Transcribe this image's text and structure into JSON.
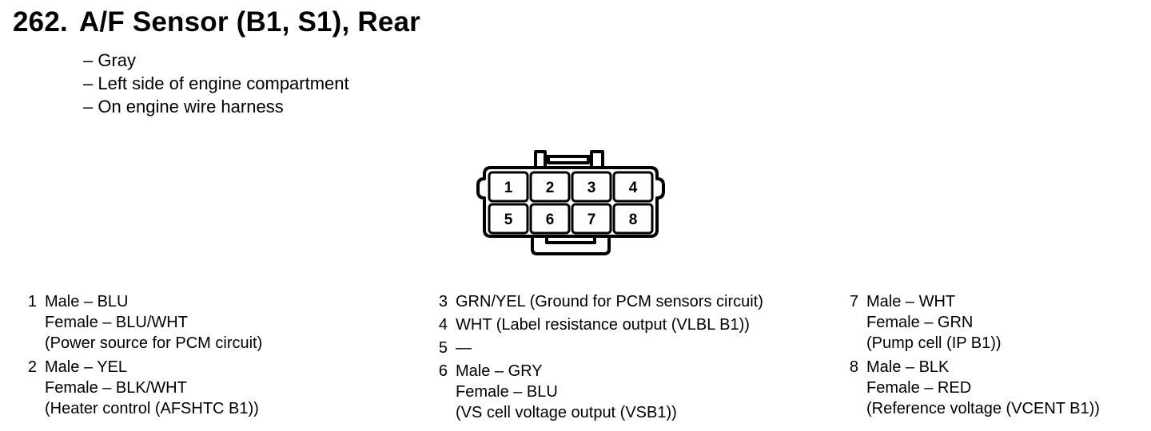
{
  "title": {
    "number": "262.",
    "text": "A/F Sensor (B1, S1), Rear"
  },
  "info": [
    "– Gray",
    "– Left side of engine compartment",
    "– On engine wire harness"
  ],
  "connector": {
    "pins_top": [
      "1",
      "2",
      "3",
      "4"
    ],
    "pins_bottom": [
      "5",
      "6",
      "7",
      "8"
    ]
  },
  "pins": {
    "col1": [
      {
        "num": "1",
        "lines": [
          "Male – BLU",
          "Female – BLU/WHT",
          "(Power source for PCM circuit)"
        ]
      },
      {
        "num": "2",
        "lines": [
          "Male – YEL",
          "Female – BLK/WHT",
          "(Heater control (AFSHTC B1))"
        ]
      }
    ],
    "col2": [
      {
        "num": "3",
        "lines": [
          "GRN/YEL (Ground for PCM sensors circuit)"
        ]
      },
      {
        "num": "4",
        "lines": [
          "WHT (Label resistance output (VLBL B1))"
        ]
      },
      {
        "num": "5",
        "lines": [
          "—"
        ]
      },
      {
        "num": "6",
        "lines": [
          "Male – GRY",
          "Female – BLU",
          "(VS cell voltage output (VSB1))"
        ]
      }
    ],
    "col3": [
      {
        "num": "7",
        "lines": [
          "Male – WHT",
          "Female – GRN",
          "(Pump cell (IP B1))"
        ]
      },
      {
        "num": "8",
        "lines": [
          "Male – BLK",
          "Female – RED",
          "(Reference voltage (VCENT B1))"
        ]
      }
    ]
  }
}
